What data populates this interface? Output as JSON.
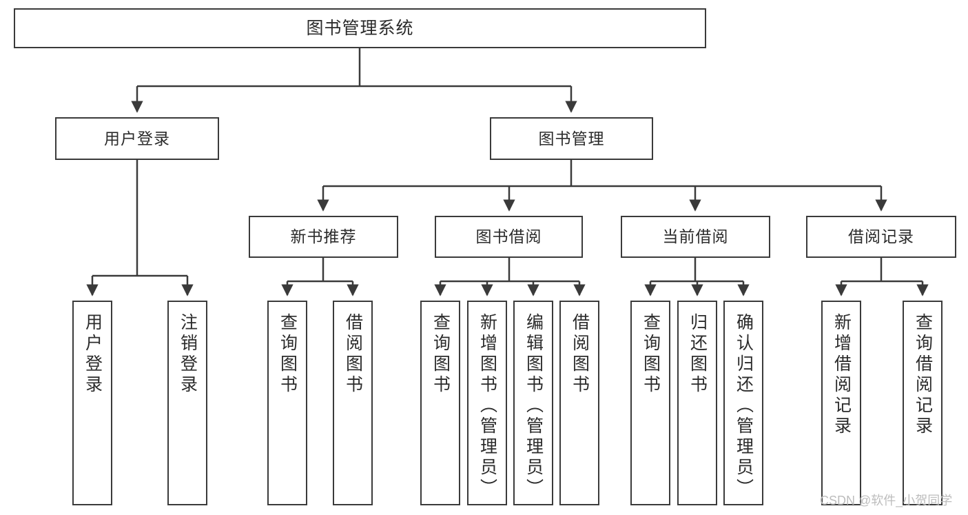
{
  "diagram": {
    "type": "tree",
    "title": "图书管理系统",
    "root": {
      "label": "图书管理系统"
    },
    "level2": [
      {
        "label": "用户登录"
      },
      {
        "label": "图书管理"
      }
    ],
    "level3": [
      {
        "label": "新书推荐"
      },
      {
        "label": "图书借阅"
      },
      {
        "label": "当前借阅"
      },
      {
        "label": "借阅记录"
      }
    ],
    "leaves": {
      "user_login": [
        "用户登录",
        "注销登录"
      ],
      "new_book": [
        "查询图书",
        "借阅图书"
      ],
      "book_borrow": [
        "查询图书",
        "新增图书（管理员）",
        "编辑图书（管理员）",
        "借阅图书"
      ],
      "current_borrow": [
        "查询图书",
        "归还图书",
        "确认归还（管理员）"
      ],
      "borrow_record": [
        "新增借阅记录",
        "查询借阅记录"
      ]
    }
  },
  "watermark": {
    "text": "CSDN @软件_小贺同学"
  },
  "colors": {
    "border": "#3a3a3a",
    "text": "#2b2b2b",
    "background": "#ffffff",
    "watermark": "#bdbdbd"
  }
}
